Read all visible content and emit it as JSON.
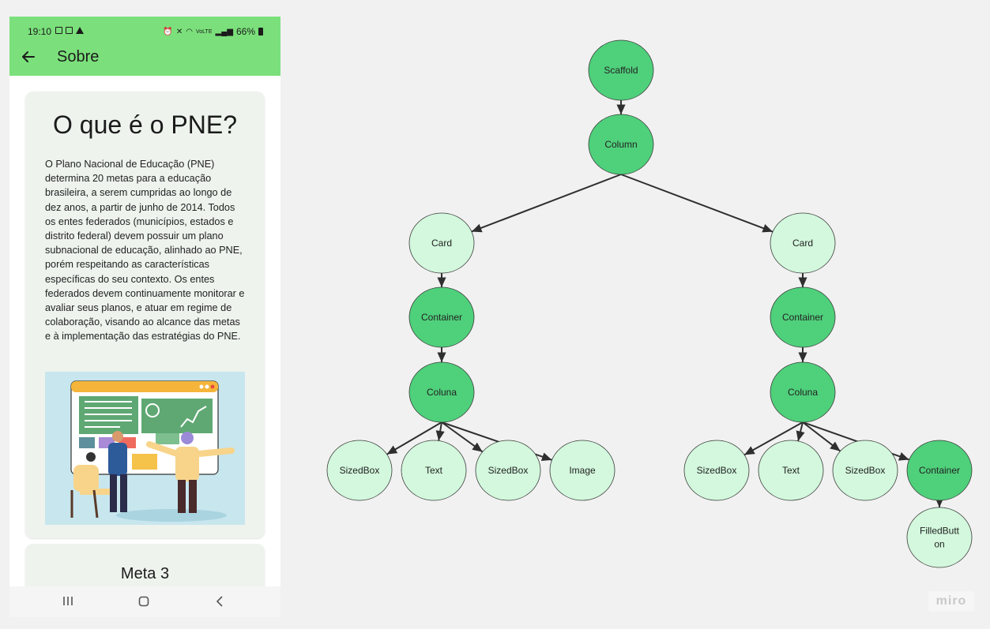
{
  "phone": {
    "status_time": "19:10",
    "status_right": {
      "network": "VoLTE",
      "battery": "66%"
    },
    "appbar_title": "Sobre",
    "card1": {
      "title": "O que é o PNE?",
      "text": "O Plano Nacional de Educação (PNE) determina 20 metas para a educação brasileira, a serem cumpridas ao longo de dez anos, a partir de junho de 2014. Todos os entes federados (municípios, estados e distrito federal) devem possuir um plano subnacional de educação, alinhado ao PNE, porém respeitando as características específicas do seu contexto. Os entes federados devem continuamente monitorar e avaliar seus planos, e atuar em regime de colaboração, visando ao alcance das metas e à implementação das estratégias do PNE."
    },
    "card2": {
      "title": "Meta 3"
    },
    "nav": [
      "recent-apps-icon",
      "home-icon",
      "back-icon"
    ]
  },
  "diagram": {
    "colors": {
      "dark": "#4fd07b",
      "light": "#d3f8dd",
      "edge": "#2f2f2f"
    },
    "nodes": [
      {
        "id": "scaffold",
        "label": "Scaffold",
        "style": "dark"
      },
      {
        "id": "column",
        "label": "Column",
        "style": "dark"
      },
      {
        "id": "card_l",
        "label": "Card",
        "style": "light"
      },
      {
        "id": "card_r",
        "label": "Card",
        "style": "light"
      },
      {
        "id": "container_l",
        "label": "Container",
        "style": "dark"
      },
      {
        "id": "container_r",
        "label": "Container",
        "style": "dark"
      },
      {
        "id": "coluna_l",
        "label": "Coluna",
        "style": "dark"
      },
      {
        "id": "coluna_r",
        "label": "Coluna",
        "style": "dark"
      },
      {
        "id": "sizedbox_l1",
        "label": "SizedBox",
        "style": "light"
      },
      {
        "id": "text_l",
        "label": "Text",
        "style": "light"
      },
      {
        "id": "sizedbox_l2",
        "label": "SizedBox",
        "style": "light"
      },
      {
        "id": "image_l",
        "label": "Image",
        "style": "light"
      },
      {
        "id": "sizedbox_r1",
        "label": "SizedBox",
        "style": "light"
      },
      {
        "id": "text_r",
        "label": "Text",
        "style": "light"
      },
      {
        "id": "sizedbox_r2",
        "label": "SizedBox",
        "style": "light"
      },
      {
        "id": "container_r2",
        "label": "Container",
        "style": "dark"
      },
      {
        "id": "filledbutton",
        "label": "FilledButt on",
        "style": "light"
      }
    ],
    "edges": [
      [
        "scaffold",
        "column"
      ],
      [
        "column",
        "card_l"
      ],
      [
        "column",
        "card_r"
      ],
      [
        "card_l",
        "container_l"
      ],
      [
        "container_l",
        "coluna_l"
      ],
      [
        "coluna_l",
        "sizedbox_l1"
      ],
      [
        "coluna_l",
        "text_l"
      ],
      [
        "coluna_l",
        "sizedbox_l2"
      ],
      [
        "coluna_l",
        "image_l"
      ],
      [
        "card_r",
        "container_r"
      ],
      [
        "container_r",
        "coluna_r"
      ],
      [
        "coluna_r",
        "sizedbox_r1"
      ],
      [
        "coluna_r",
        "text_r"
      ],
      [
        "coluna_r",
        "sizedbox_r2"
      ],
      [
        "coluna_r",
        "container_r2"
      ],
      [
        "container_r2",
        "filledbutton"
      ]
    ]
  },
  "watermark": "miro"
}
